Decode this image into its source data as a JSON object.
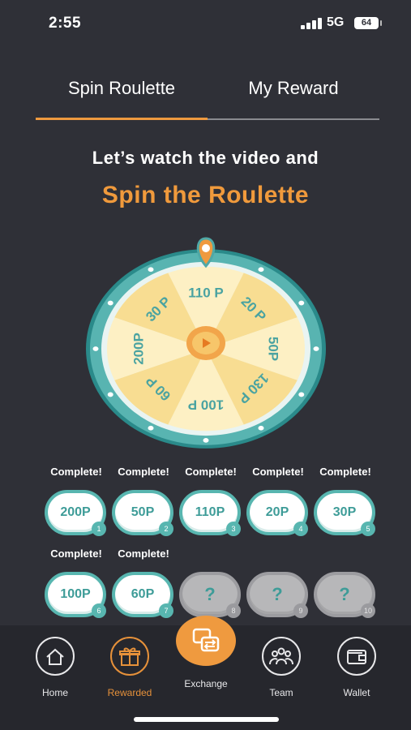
{
  "status": {
    "time": "2:55",
    "network": "5G",
    "battery": "64"
  },
  "tabs": [
    {
      "label": "Spin Roulette",
      "active": true
    },
    {
      "label": "My Reward",
      "active": false
    }
  ],
  "headline": {
    "line1": "Let’s watch the video and",
    "line2": "Spin the Roulette"
  },
  "wheel": {
    "segments": [
      "110 P",
      "20 P",
      "50P",
      "130 P",
      "100 P",
      "60 P",
      "200P",
      "30 P"
    ],
    "colors": {
      "rim": "#4fa8a6",
      "light": "#fdf0c4",
      "dark": "#f8dd92",
      "text": "#4aa3a1",
      "accent": "#ef9a3f"
    }
  },
  "missions": [
    {
      "done_label": "Complete!",
      "amount": "200P",
      "number": "1",
      "locked": false
    },
    {
      "done_label": "Complete!",
      "amount": "50P",
      "number": "2",
      "locked": false
    },
    {
      "done_label": "Complete!",
      "amount": "110P",
      "number": "3",
      "locked": false
    },
    {
      "done_label": "Complete!",
      "amount": "20P",
      "number": "4",
      "locked": false
    },
    {
      "done_label": "Complete!",
      "amount": "30P",
      "number": "5",
      "locked": false
    },
    {
      "done_label": "Complete!",
      "amount": "100P",
      "number": "6",
      "locked": false
    },
    {
      "done_label": "Complete!",
      "amount": "60P",
      "number": "7",
      "locked": false
    },
    {
      "done_label": "",
      "amount": "?",
      "number": "8",
      "locked": true
    },
    {
      "done_label": "",
      "amount": "?",
      "number": "9",
      "locked": true
    },
    {
      "done_label": "",
      "amount": "?",
      "number": "10",
      "locked": true
    }
  ],
  "nav": {
    "home": {
      "label": "Home",
      "icon": "home-icon"
    },
    "rewarded": {
      "label": "Rewarded",
      "icon": "gift-icon",
      "active": true
    },
    "exchange": {
      "label": "Exchange",
      "icon": "exchange-icon"
    },
    "team": {
      "label": "Team",
      "icon": "team-icon"
    },
    "wallet": {
      "label": "Wallet",
      "icon": "wallet-icon"
    }
  }
}
